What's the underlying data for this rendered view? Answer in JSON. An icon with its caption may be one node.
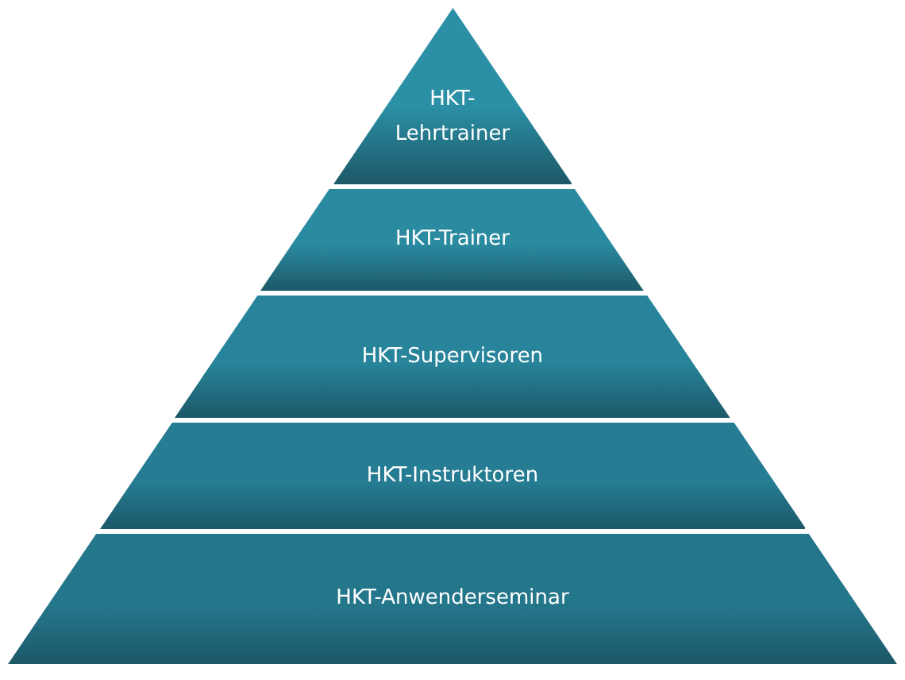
{
  "diagram": {
    "nodes": [
      {
        "text": [
          "HKT- Lehrtrainer"
        ]
      },
      {
        "text": [
          "HKT-Trainer"
        ]
      },
      {
        "text": [
          "HKT-Supervisoren"
        ]
      },
      {
        "text": [
          "HKT-Instruktoren"
        ]
      },
      {
        "text": [
          "HKT-Anwenderseminar"
        ]
      }
    ]
  }
}
